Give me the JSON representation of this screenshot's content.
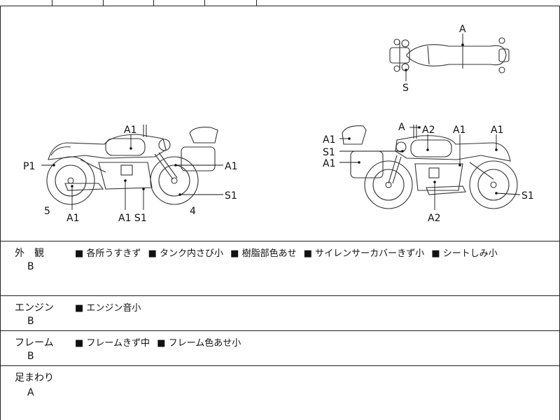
{
  "diagram": {
    "labels": {
      "top_a": "A",
      "top_s": "S",
      "left_a1_top": "A1",
      "left_p1": "P1",
      "left_a1_right": "A1",
      "left_s1_right": "S1",
      "left_5": "5",
      "left_a1_bottom": "A1",
      "left_a1s1": "A1 S1",
      "left_4": "4",
      "right_a": "A",
      "right_a2_top": "A2",
      "right_a1_top1": "A1",
      "right_a1_top2": "A1",
      "right_a1_l1": "A1",
      "right_s1_l": "S1",
      "right_a1_l2": "A1",
      "right_s1_r": "S1",
      "right_a2_bottom": "A2"
    }
  },
  "sections": [
    {
      "category": "外　観",
      "grade": "B",
      "notes": [
        "各所うすきず",
        "タンク内さび小",
        "樹脂部色あせ",
        "サイレンサーカバーきず小",
        "シートしみ小"
      ]
    },
    {
      "category": "エンジン",
      "grade": "B",
      "notes": [
        "エンジン音小"
      ]
    },
    {
      "category": "フレーム",
      "grade": "B",
      "notes": [
        "フレームきず中",
        "フレーム色あせ小"
      ]
    },
    {
      "category": "足まわり",
      "grade": "A",
      "notes": []
    }
  ]
}
